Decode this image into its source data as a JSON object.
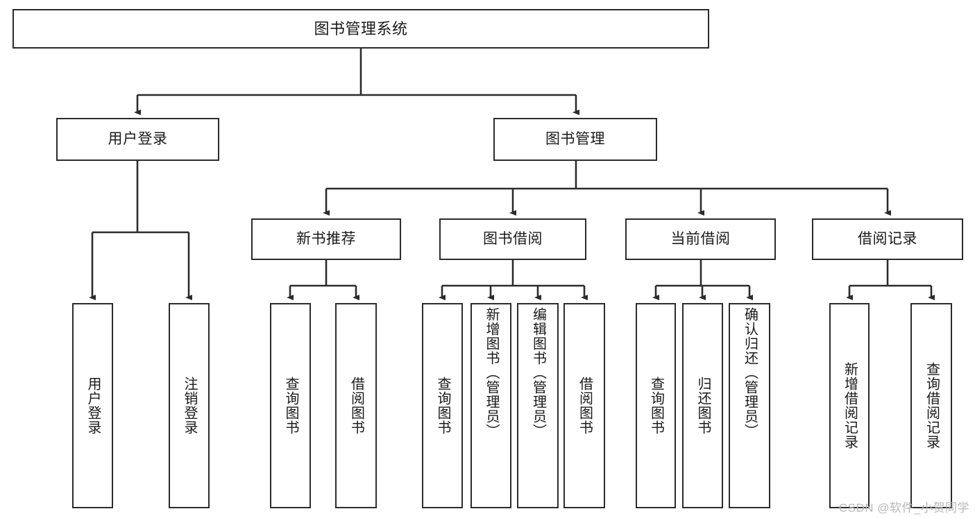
{
  "diagram": {
    "title_node": {
      "label": "图书管理系统"
    },
    "level1": [
      {
        "label": "用户登录"
      },
      {
        "label": "图书管理"
      }
    ],
    "level2": [
      {
        "label": "新书推荐"
      },
      {
        "label": "图书借阅"
      },
      {
        "label": "当前借阅"
      },
      {
        "label": "借阅记录"
      }
    ],
    "leaves": {
      "user_login": [
        {
          "label": "用户登录"
        },
        {
          "label": "注销登录"
        }
      ],
      "new_book_recommend": [
        {
          "label": "查询图书"
        },
        {
          "label": "借阅图书"
        }
      ],
      "book_borrow": [
        {
          "label": "查询图书"
        },
        {
          "label": "新增图书（管理员）"
        },
        {
          "label": "编辑图书（管理员）"
        },
        {
          "label": "借阅图书"
        }
      ],
      "current_borrow": [
        {
          "label": "查询图书"
        },
        {
          "label": "归还图书"
        },
        {
          "label": "确认归还（管理员）"
        }
      ],
      "borrow_record": [
        {
          "label": "新增借阅记录"
        },
        {
          "label": "查询借阅记录"
        }
      ]
    }
  },
  "watermark": {
    "text": "CSDN @软件_小贺同学"
  },
  "colors": {
    "box_border": "#2b2b2b",
    "box_fill": "#ffffff",
    "connector": "#2b2b2b",
    "text": "#1a1a1a",
    "watermark": "#b8b8b8"
  }
}
